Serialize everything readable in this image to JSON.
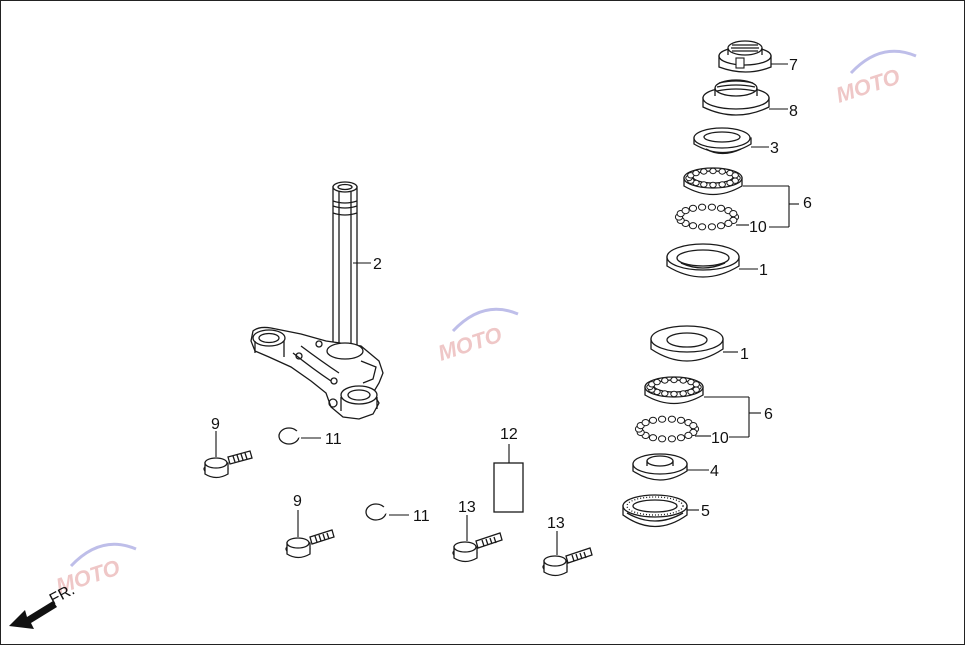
{
  "diagram": {
    "direction_label": "FR.",
    "watermark": "MOTO",
    "callouts": [
      {
        "id": "7"
      },
      {
        "id": "8"
      },
      {
        "id": "3"
      },
      {
        "id": "6"
      },
      {
        "id": "10"
      },
      {
        "id": "1"
      },
      {
        "id": "2"
      },
      {
        "id": "1"
      },
      {
        "id": "6"
      },
      {
        "id": "10"
      },
      {
        "id": "4"
      },
      {
        "id": "5"
      },
      {
        "id": "9"
      },
      {
        "id": "11"
      },
      {
        "id": "12"
      },
      {
        "id": "9"
      },
      {
        "id": "11"
      },
      {
        "id": "13"
      },
      {
        "id": "13"
      }
    ]
  }
}
